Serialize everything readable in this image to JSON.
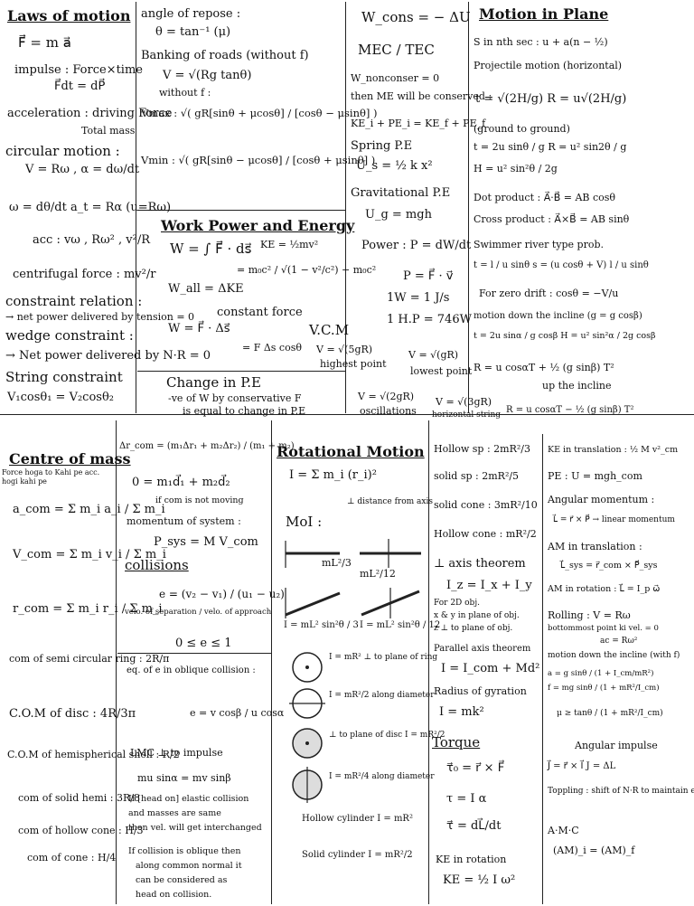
{
  "laws": {
    "heading": "Laws of motion",
    "newton": "F⃗ = m a⃗",
    "impulse1": "impulse : Force×time",
    "impulse2": "F⃗dt = dP⃗",
    "accel1": "acceleration : driving Force",
    "accel2": "Total mass",
    "circ": "circular motion :",
    "v": "V = Rω ,  α = dω/dt",
    "omega": "ω = dθ/dt     a_t = Rα  (u=Rω)",
    "acc": "acc : vω , Rω² , v²/R",
    "centri": "centrifugal force : mv²/r",
    "constraint": "constraint relation :",
    "net1": "→ net power delivered by tension = 0",
    "wedge": "wedge constraint :",
    "net2": "→ Net power delivered by N·R = 0",
    "string": "String constraint",
    "v1v2": "V₁cosθ₁ = V₂cosθ₂"
  },
  "repose": {
    "angle": "angle of repose :",
    "theta": "θ = tan⁻¹ (μ)",
    "banking": "Banking of roads (without f)",
    "vrg": "V = √(Rg tanθ)",
    "without": "without f :",
    "vmax": "Vmax : √( gR[sinθ + μcosθ] / [cosθ − μsinθ] )",
    "vmin": "Vmin : √( gR[sinθ − μcosθ] / [cosθ + μsinθ] )"
  },
  "work": {
    "heading": "Work Power and Energy",
    "w": "W = ∫ F⃗ · ds⃗",
    "ke": "KE = ½mv²",
    "rel": "= m₀c² / √(1 − v²/c²) − m₀c²",
    "wall": "W_all = ΔKE",
    "const": "constant force",
    "wfs": "W = F⃗ · Δs⃗",
    "fds": "= F Δs cosθ",
    "change": "Change in P.E",
    "neg": "-ve of W by conservative F",
    "equal": "is equal to change in P.E"
  },
  "energy": {
    "wcons": "W_cons = − ΔU",
    "mec": "MEC / TEC",
    "wnc": "W_nonconser = 0",
    "then": "then ME will be conserved :",
    "ki": "KE_i + PE_i = KE_f + PE_f",
    "spring": "Spring P.E",
    "us": "U_s = ½ k x²",
    "grav": "Gravitational P.E",
    "ug": "U_g = mgh",
    "power": "Power : P = dW/dt",
    "pfv": "P = F⃗ · v⃗",
    "w1": "1W = 1 J/s",
    "hp": "1 H.P = 746W"
  },
  "vcm": {
    "heading": "V.C.M",
    "v5": "V = √(5gR)",
    "high": "highest point",
    "vgr": "V = √(gR)",
    "low": "lowest point",
    "v2": "V = √(2gR)",
    "osc": "oscillations",
    "v3": "V = √(3gR)",
    "horiz": "horizontal string"
  },
  "plane": {
    "heading": "Motion in Plane",
    "snth": "S in nth sec : u + a(n − ½)",
    "proj": "Projectile motion (horizontal)",
    "t": "t = √(2H/g)    R = u√(2H/g)",
    "g2g": "(ground to ground)",
    "tr": "t = 2u sinθ / g    R = u² sin2θ / g",
    "h": "H = u² sin²θ / 2g",
    "dot": "Dot product : A⃗·B⃗ = AB cosθ",
    "cross": "Cross product : A⃗×B⃗ = AB sinθ",
    "swim": "Swimmer river type prob.",
    "tl": "t = l / u sinθ    s = (u cosθ + V) l / u sinθ",
    "drift": "For zero drift :  cosθ = −V/u",
    "down": "motion down the incline (g = g cosβ)",
    "tdown": "t = 2u sinα / g cosβ    H = u² sin²α / 2g cosβ",
    "rup": "R = u cosαT + ½ (g sinβ) T²",
    "upinc": "up the incline",
    "rdn": "R = u cosαT − ½ (g sinβ) T²"
  },
  "com": {
    "heading": "Centre of mass",
    "side": "Force hoga to Kahi pe acc. hogi kahi pe",
    "acom": "a_com = Σ m_i a_i / Σ m_i",
    "vcom": "V_com = Σ m_i v_i / Σ m_i",
    "rcom": "r_com = Σ m_i r_i / Σ m_i",
    "semi": "com of semi circular ring : 2R/π",
    "disc": "C.O.M of disc : 4R/3π",
    "hemi": "C.O.M of hemispherical shell : R/2",
    "solidhemi": "com of solid hemi : 3R/8",
    "cone": "com of hollow cone : H/3",
    "scone": "com of cone : H/4"
  },
  "momentum": {
    "dr": "Δr_com = (m₁Δr₁ + m₂Δr₂) / (m₁ + m₂)",
    "zero": "0 = m₁d⃗₁ + m₂d⃗₂",
    "ifcom": "if com is not moving",
    "mom": "momentum of system :",
    "psys": "P_sys = M V_com",
    "coll": "collisions",
    "e": "e = (v₂ − v₁) / (u₁ − u₂)",
    "sep": "velo. of separation / velo. of approach",
    "range": "0 ≤ e ≤ 1",
    "oblique": "eq. of e in oblique collision :",
    "eval": "e = v cosβ / u cosα",
    "lmc": "LMC ⊥ to impulse",
    "musin": "mu sinα = mv sinβ",
    "headon1": "If [head on] elastic collision",
    "headon2": "and masses are same",
    "headon3": "then vel. will get interchanged",
    "obl1": "If collision is oblique then",
    "obl2": "along common normal it",
    "obl3": "can be considered as",
    "obl4": "head on collision."
  },
  "rot": {
    "heading": "Rotational Motion",
    "i": "I = Σ m_i (r_i)²",
    "perp": "⊥ distance from axis",
    "moi": "MoI :",
    "rod1": "mL²/3",
    "rod2": "mL²/12",
    "rod3": "I = mL² sin²θ / 3",
    "rod4": "I = mL² sin²θ / 12",
    "ring1": "I = mR² ⊥ to plane of ring",
    "ring2": "I = mR²/2 along diameter",
    "disc1": "⊥ to plane of disc  I = mR²/2",
    "disc2": "I = mR²/4 along diameter",
    "hcyl": "Hollow cylinder  I = mR²",
    "scyl": "Solid cylinder  I = mR²/2",
    "list1": "Hollow sp : 2mR²/3",
    "list2": "solid sp : 2mR²/5",
    "list3": "solid cone : 3mR²/10",
    "list4": "Hollow cone : mR²/2",
    "perpax": "⊥ axis theorem",
    "iz": "I_z = I_x + I_y",
    "for2d": "For 2D obj.",
    "xy": "x & y in plane of obj.",
    "z": "z ⊥ to plane of obj.",
    "parallel": "Parallel axis theorem",
    "ip": "I = I_com + Md²",
    "gyr": "Radius of gyration",
    "imk": "I = mk²",
    "torque": "Torque",
    "t1": "τ⃗₀ = r⃗ × F⃗",
    "t2": "τ = I α",
    "t3": "τ⃗ = dL⃗/dt",
    "kerot": "KE in rotation",
    "ke": "KE = ½ I ω²"
  },
  "ang": {
    "ketrans": "KE in translation : ½ M v²_cm",
    "pe": "PE : U = mgh_com",
    "am": "Angular momentum :",
    "l": "L⃗ = r⃗ × P⃗ → linear momentum",
    "amt": "AM in translation :",
    "lsys": "L⃗_sys = r⃗_com × P⃗_sys",
    "amr": "AM in rotation : L⃗ = I_p ω⃗",
    "rolling": "Rolling : V = Rω",
    "bottom": "bottommost point ki vel. = 0",
    "acrw": "ac = Rω²",
    "incline": "motion down the incline (with f)",
    "a": "a = g sinθ / (1 + I_cm/mR²)",
    "f": "f = mg sinθ / (1 + mR²/I_cm)",
    "mu": "μ ≥ tanθ / (1 + mR²/I_cm)",
    "impulse": "Angular impulse",
    "jj": "J⃗ = r⃗ × I⃗    J = ΔL",
    "topple": "Toppling : shift of N·R to maintain eq.",
    "amc": "A·M·C",
    "amcv": "(AM)_i = (AM)_f"
  }
}
